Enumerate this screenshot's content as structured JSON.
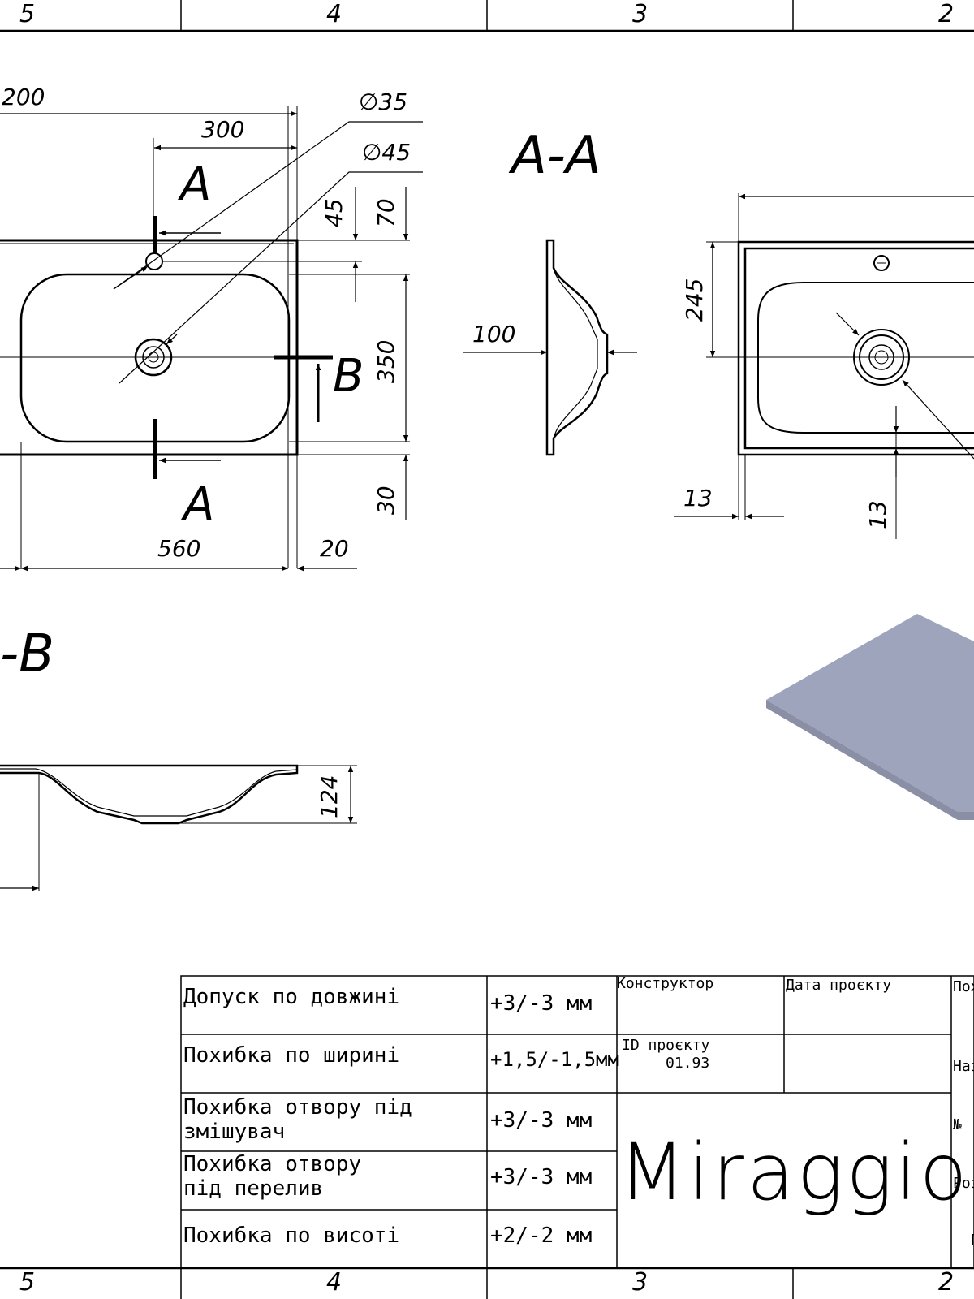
{
  "zones": {
    "top": [
      "5",
      "4",
      "3",
      "2"
    ],
    "bottom": [
      "5",
      "4",
      "3",
      "2"
    ]
  },
  "plan": {
    "dims": {
      "d200": "200",
      "d300": "300",
      "dia35": "∅35",
      "dia45": "∅45",
      "d45": "45",
      "d70": "70",
      "d350": "350",
      "d30": "30",
      "d560": "560",
      "d20": "20"
    },
    "markers": {
      "a_top": "A",
      "a_bottom": "A",
      "b": "B"
    }
  },
  "section_aa": {
    "title": "A-A",
    "dim_100": "100"
  },
  "side_view": {
    "d245": "245",
    "d13a": "13",
    "d13b": "13"
  },
  "section_bb": {
    "title": "-B",
    "d124": "124"
  },
  "title_block": {
    "tolerances": [
      {
        "label": "Допуск по довжині",
        "value": "+3/-3 мм"
      },
      {
        "label": "Похибка по ширині",
        "value": "+1,5/-1,5мм"
      },
      {
        "label": "Похибка отвору під змішувач",
        "value": "+3/-3 мм"
      },
      {
        "label": "Похибка отвору під перелив",
        "value": "+3/-3 мм"
      },
      {
        "label": "Похибка по висоті",
        "value": "+2/-2 мм"
      }
    ],
    "constructor_label": "Конструктор",
    "date_label": "Дата проєкту",
    "id_label": "ID проєкту",
    "id_value": "01.93",
    "brand": "Miraggio",
    "cut_labels": [
      "Пох",
      "Наз",
      "№",
      "Роз",
      "П"
    ]
  },
  "colors": {
    "render_top": "#9fa4bd",
    "render_edge": "#8b8fa6",
    "line": "#000000"
  }
}
